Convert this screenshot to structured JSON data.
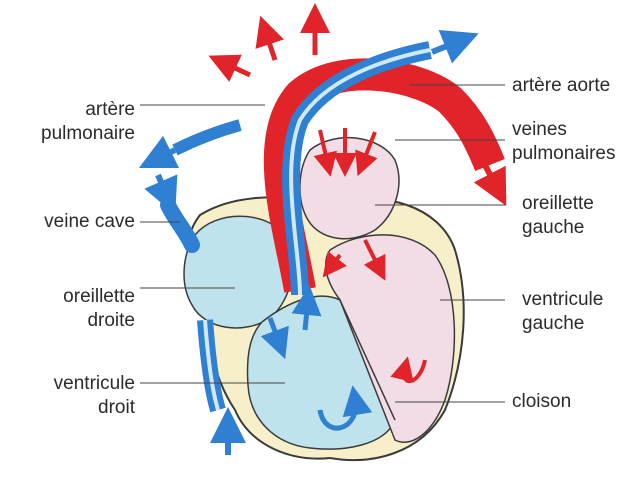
{
  "labels": {
    "artere_pulmonaire": [
      "artère",
      "pulmonaire"
    ],
    "artere_aorte": [
      "artère aorte"
    ],
    "veines_pulmonaires": [
      "veines",
      "pulmonaires"
    ],
    "oreillette_gauche": [
      "oreillette",
      "gauche"
    ],
    "veine_cave": [
      "veine cave"
    ],
    "oreillette_droite": [
      "oreillette",
      "droite"
    ],
    "ventricule_gauche": [
      "ventricule",
      "gauche"
    ],
    "ventricule_droit": [
      "ventricule",
      "droit"
    ],
    "cloison": [
      "cloison"
    ]
  },
  "colors": {
    "oxygenated_blood": "#e0242a",
    "deoxygenated_blood": "#2f7fd3",
    "right_heart_fill": "#bfe3ec",
    "left_heart_fill": "#f2dde6",
    "wall_fill": "#f6efc9",
    "outline": "#3a3a3a",
    "leader_line": "#444444"
  }
}
